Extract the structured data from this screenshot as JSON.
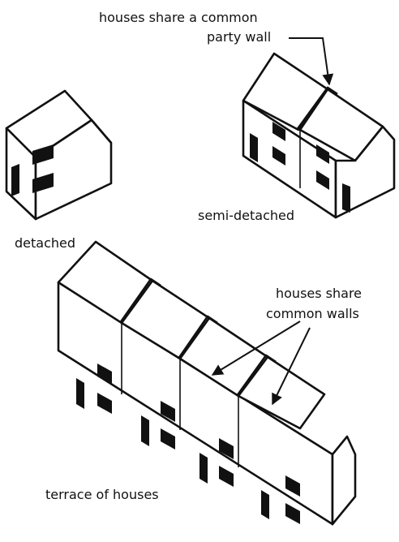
{
  "labels": {
    "party_wall_line1": "houses share a common",
    "party_wall_line2": "party wall",
    "semi_detached": "semi-detached",
    "detached": "detached",
    "common_walls_line1": "houses share",
    "common_walls_line2": "common walls",
    "terrace": "terrace of houses"
  },
  "colors": {
    "ink": "#111111",
    "paper": "#ffffff"
  }
}
